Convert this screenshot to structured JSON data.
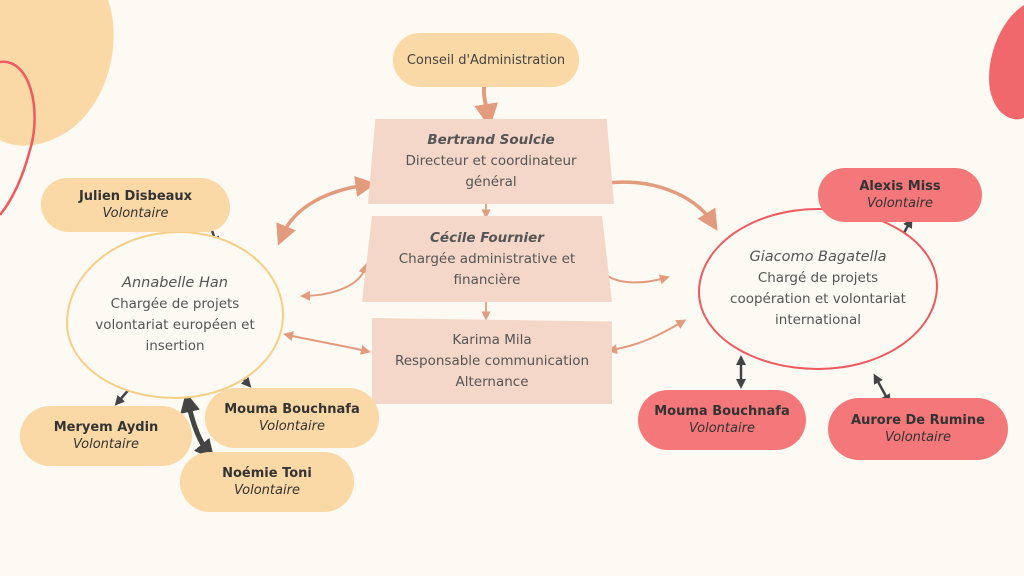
{
  "colors": {
    "background": "#fdf9f3",
    "yellow": "#fbd9a6",
    "yellow_line": "#f6cf86",
    "red": "#f4777a",
    "red_line": "#ee5a5f",
    "peach": "#f4d7c8",
    "arrow": "#e39b7d",
    "dark_arrow": "#444444"
  },
  "board": {
    "label": "Conseil d'Administration"
  },
  "director": {
    "name": "Bertrand Soulcie",
    "role_line1": "Directeur et coordinateur",
    "role_line2": "général"
  },
  "admin": {
    "name": "Cécile Fournier",
    "role_line1": "Chargée administrative et",
    "role_line2": "financière"
  },
  "communication": {
    "name": "Karima Mila",
    "role_line1": "Responsable communication",
    "role_line2": "Alternance"
  },
  "left_manager": {
    "name": "Annabelle Han",
    "role_line1": "Chargée de projets",
    "role_line2": "volontariat européen et",
    "role_line3": "insertion"
  },
  "right_manager": {
    "name": "Giacomo Bagatella",
    "role_line1": "Chargé de projets",
    "role_line2": "coopération et volontariat",
    "role_line3": "international"
  },
  "left_volunteers": [
    {
      "name": "Julien Disbeaux",
      "role": "Volontaire"
    },
    {
      "name": "Meryem Aydin",
      "role": "Volontaire"
    },
    {
      "name": "Mouma Bouchnafa",
      "role": "Volontaire"
    },
    {
      "name": "Noémie Toni",
      "role": "Volontaire"
    }
  ],
  "right_volunteers": [
    {
      "name": "Alexis Miss",
      "role": "Volontaire"
    },
    {
      "name": "Mouma Bouchnafa",
      "role": "Volontaire"
    },
    {
      "name": "Aurore De Rumine",
      "role": "Volontaire"
    }
  ]
}
